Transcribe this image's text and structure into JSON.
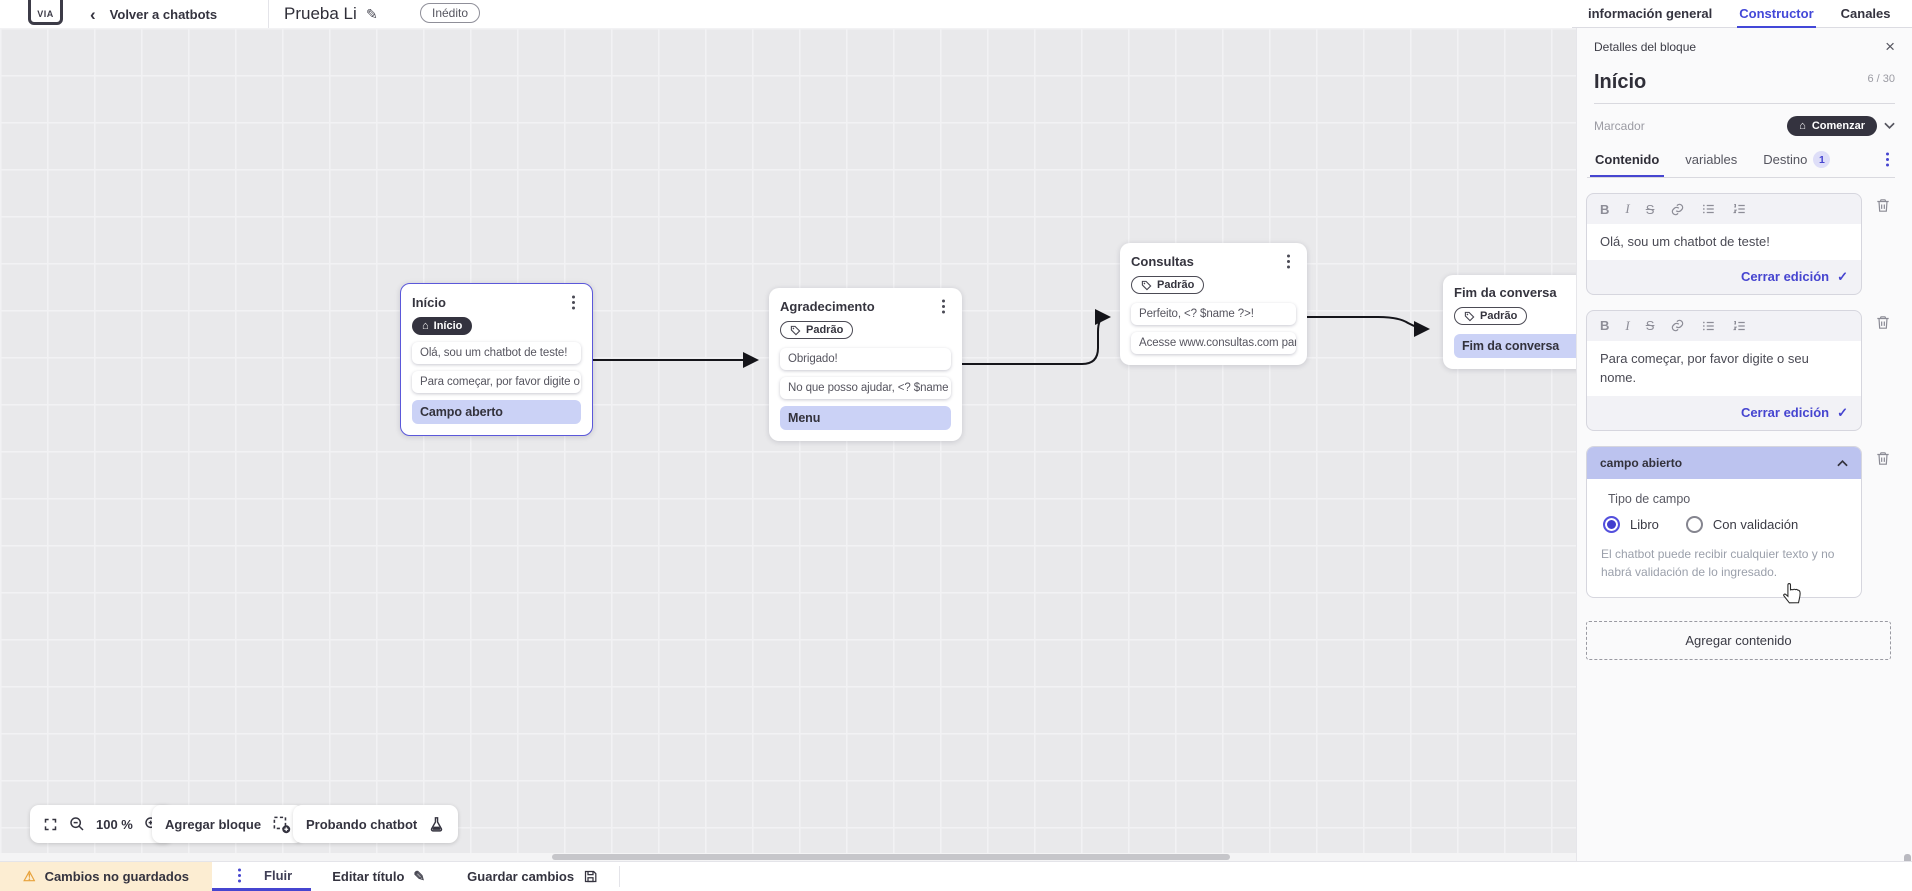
{
  "topbar": {
    "logo_text": "VIA",
    "back_label": "Volver a chatbots",
    "title": "Prueba Li",
    "status_badge": "Inédito",
    "tabs": [
      {
        "label": "información general",
        "active": false
      },
      {
        "label": "Constructor",
        "active": true
      },
      {
        "label": "Canales",
        "active": false
      }
    ]
  },
  "canvas": {
    "zoom_level": "100 %",
    "controls": {
      "add_block_label": "Agregar bloque",
      "test_chatbot_label": "Probando chatbot"
    },
    "nodes": [
      {
        "title": "Início",
        "badge": "Início",
        "selected": true,
        "items": [
          {
            "text": "Olá, sou um chatbot de teste!",
            "highlight": false
          },
          {
            "text": "Para começar, por favor digite o ...",
            "highlight": false
          },
          {
            "text": "Campo aberto",
            "highlight": true
          }
        ]
      },
      {
        "title": "Agradecimento",
        "badge": "Padrão",
        "selected": false,
        "items": [
          {
            "text": "Obrigado!",
            "highlight": false
          },
          {
            "text": "No que posso ajudar, <? $name ...",
            "highlight": false
          },
          {
            "text": "Menu",
            "highlight": true
          }
        ]
      },
      {
        "title": "Consultas",
        "badge": "Padrão",
        "selected": false,
        "items": [
          {
            "text": "Perfeito, <? $name ?>!",
            "highlight": false
          },
          {
            "text": "Acesse www.consultas.com par...",
            "highlight": false
          }
        ]
      },
      {
        "title": "Fim da conversa",
        "badge": "Padrão",
        "selected": false,
        "items": [
          {
            "text": "Fim da conversa",
            "highlight": true
          }
        ]
      }
    ]
  },
  "panel": {
    "header": "Detalles del bloque",
    "block_name": "Início",
    "char_counter": "6 / 30",
    "marker_label": "Marcador",
    "marker_value": "Comenzar",
    "tabs": [
      {
        "label": "Contenido",
        "active": true
      },
      {
        "label": "variables",
        "active": false
      },
      {
        "label": "Destino",
        "active": false,
        "badge": "1"
      }
    ],
    "editors": [
      {
        "text": "Olá, sou um chatbot de teste!",
        "close_label": "Cerrar edición"
      },
      {
        "text": "Para começar, por favor digite o seu nome.",
        "close_label": "Cerrar edición"
      }
    ],
    "open_field": {
      "header": "campo abierto",
      "type_label": "Tipo de campo",
      "options": [
        {
          "label": "Libro",
          "selected": true
        },
        {
          "label": "Con validación",
          "selected": false
        }
      ],
      "help_text": "El chatbot puede recibir cualquier texto y no habrá validación de lo ingresado."
    },
    "add_content_label": "Agregar contenido"
  },
  "bottombar": {
    "unsaved_label": "Cambios no guardados",
    "flow_tab": "Fluir",
    "edit_title_label": "Editar título",
    "save_label": "Guardar cambios"
  },
  "icons": {
    "back": "‹",
    "pencil": "✎",
    "close": "×",
    "home": "⌂",
    "warning": "⚠",
    "check": "✓",
    "bold": "B",
    "italic": "I",
    "strike": "S"
  },
  "colors": {
    "accent": "#4645d0",
    "dark_badge": "#34333f",
    "highlight": "#cbd2f6",
    "warning_bg": "#fcedd2",
    "canvas_bg": "#e9e9eb"
  }
}
